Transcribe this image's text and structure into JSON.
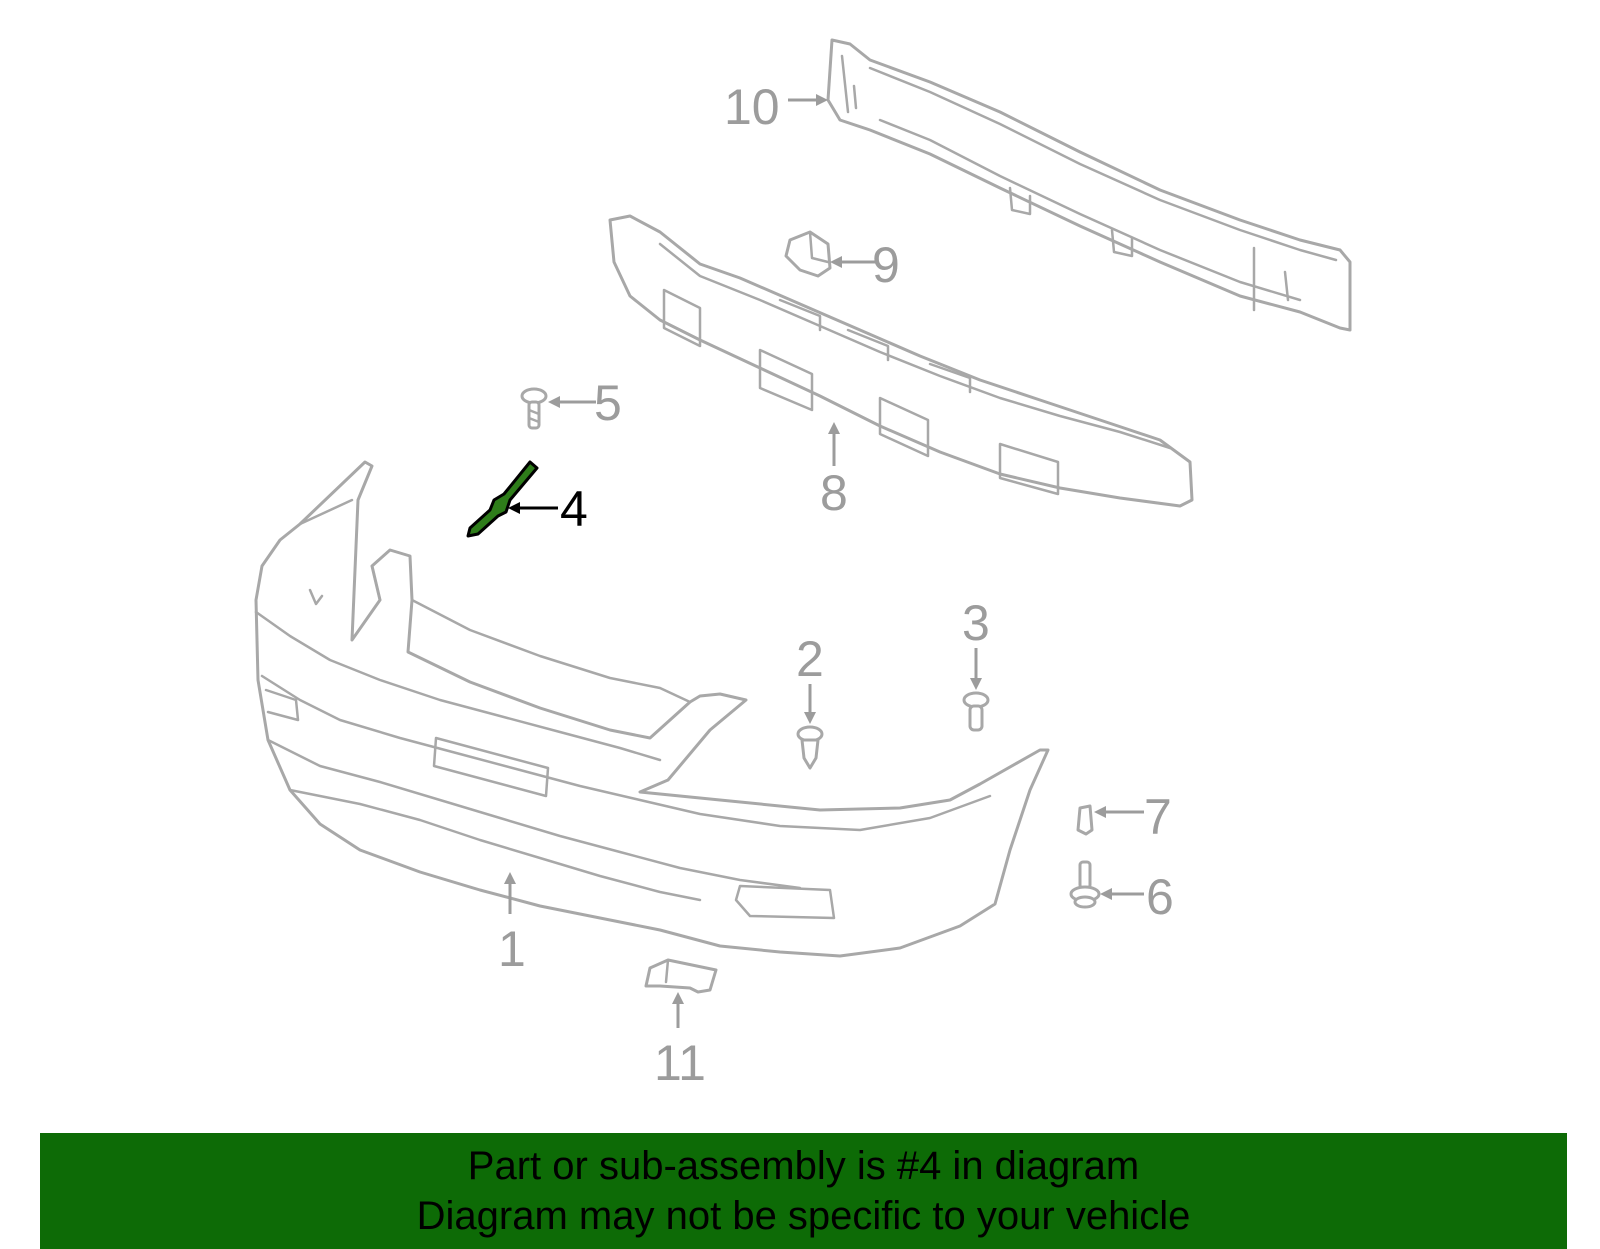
{
  "diagram": {
    "callouts": {
      "c1": "1",
      "c2": "2",
      "c3": "3",
      "c4": "4",
      "c5": "5",
      "c6": "6",
      "c7": "7",
      "c8": "8",
      "c9": "9",
      "c10": "10",
      "c11": "11"
    },
    "highlighted_part": "4",
    "highlight_color": "#2e7d1a",
    "part_outline_color": "#a8a8a8"
  },
  "banner": {
    "line1": "Part or sub-assembly is #4 in diagram",
    "line2": "Diagram may not be specific to your vehicle",
    "background_color": "#0d6b06"
  }
}
